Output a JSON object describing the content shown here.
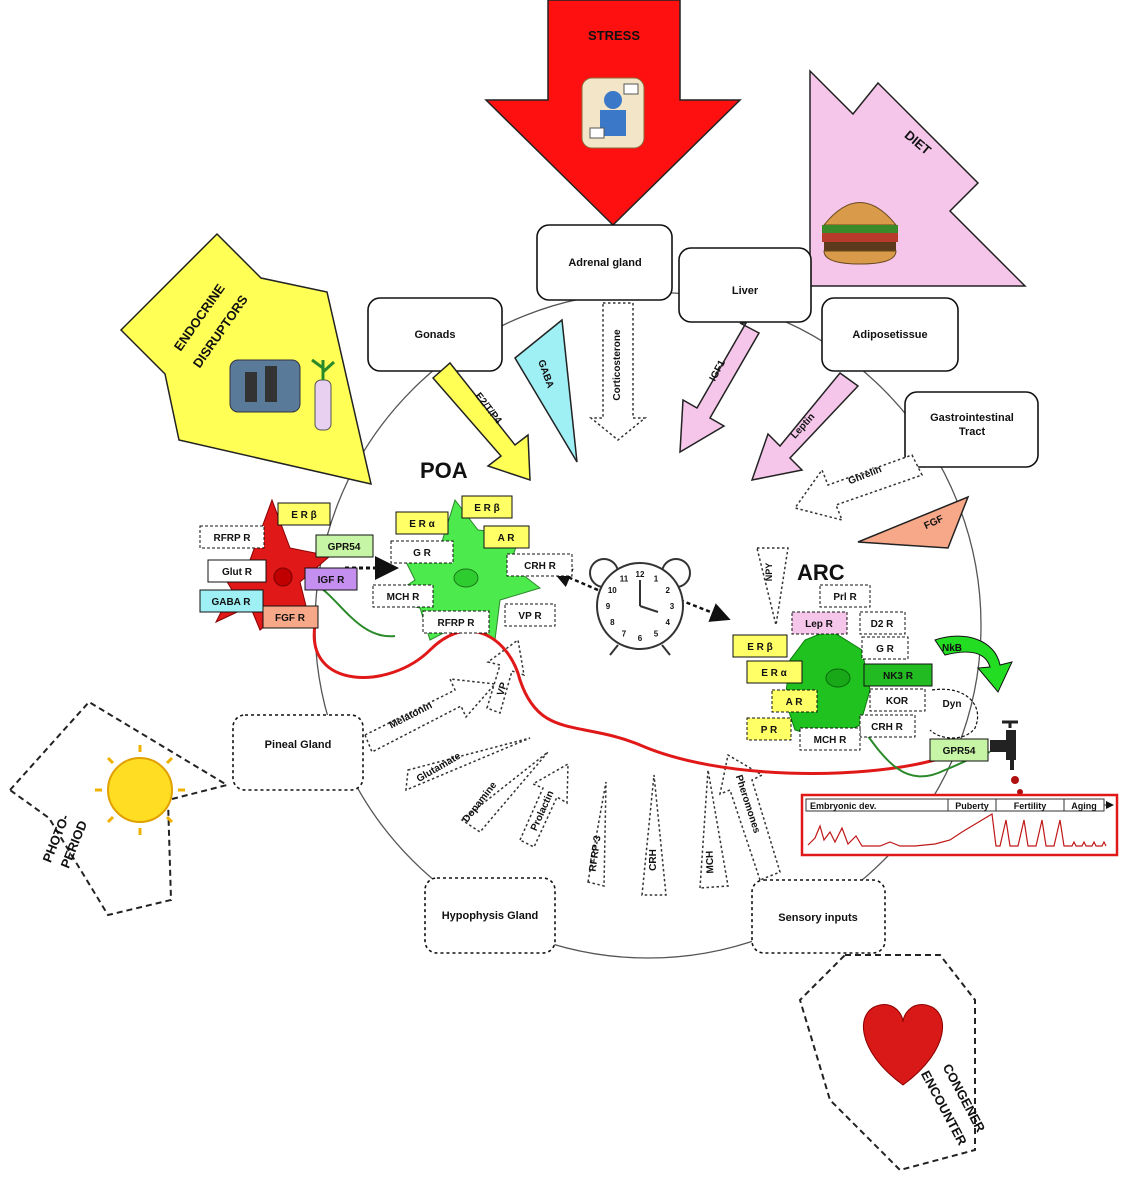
{
  "influences": {
    "stress": "STRESS",
    "diet": "DIET",
    "endocrine_disruptors": [
      "ENDOCRINE",
      "DISRUPTORS"
    ],
    "photoperiod": [
      "PHOTO-",
      "PERIOD"
    ],
    "congener_encounter": [
      "CONGENER",
      "ENCOUNTER"
    ]
  },
  "organs": {
    "adrenal": "Adrenal gland",
    "liver": "Liver",
    "gonads": "Gonads",
    "adipose": "Adiposetissue",
    "gi": [
      "Gastrointestinal",
      "Tract"
    ],
    "pineal": "Pineal Gland",
    "hypophysis": "Hypophysis Gland",
    "sensory": "Sensory inputs"
  },
  "signals": {
    "gaba": "GABA",
    "corticosterone": "Corticosterone",
    "igf1": "IGF1",
    "e2": "E2/T/P4",
    "leptin": "Leptin",
    "ghrelin": "Ghrelin",
    "fgf": "FGF",
    "melatonin": "Melatonin",
    "vp": "VP",
    "glutamate": "Glutamate",
    "dopamine": "Dopamine",
    "prolactin": "Prolactin",
    "rfrp3": "RFRP-3",
    "crh": "CRH",
    "mch": "MCH",
    "pheromones": "Pheromones",
    "npy": "NPY"
  },
  "regions": {
    "poa": "POA",
    "arc": "ARC"
  },
  "gnrh_receptors": [
    "E R β",
    "RFRP R",
    "GPR54",
    "Glut R",
    "IGF R",
    "GABA R",
    "FGF R"
  ],
  "poa_receptors": [
    "E R β",
    "E R α",
    "A R",
    "G R",
    "CRH R",
    "MCH R",
    "RFRP R",
    "VP R"
  ],
  "arc_receptors": [
    "Prl R",
    "Lep R",
    "D2 R",
    "G R",
    "E R β",
    "E R α",
    "NK3 R",
    "A R",
    "KOR",
    "P R",
    "CRH R",
    "MCH R",
    "GPR54"
  ],
  "arc_peptides": [
    "NkB",
    "Dyn"
  ],
  "clock_numbers": [
    "12",
    "1",
    "2",
    "3",
    "4",
    "5",
    "6",
    "7",
    "8",
    "9",
    "10",
    "11"
  ],
  "timeline": [
    "Embryonic dev.",
    "Puberty",
    "Fertility",
    "Aging"
  ]
}
